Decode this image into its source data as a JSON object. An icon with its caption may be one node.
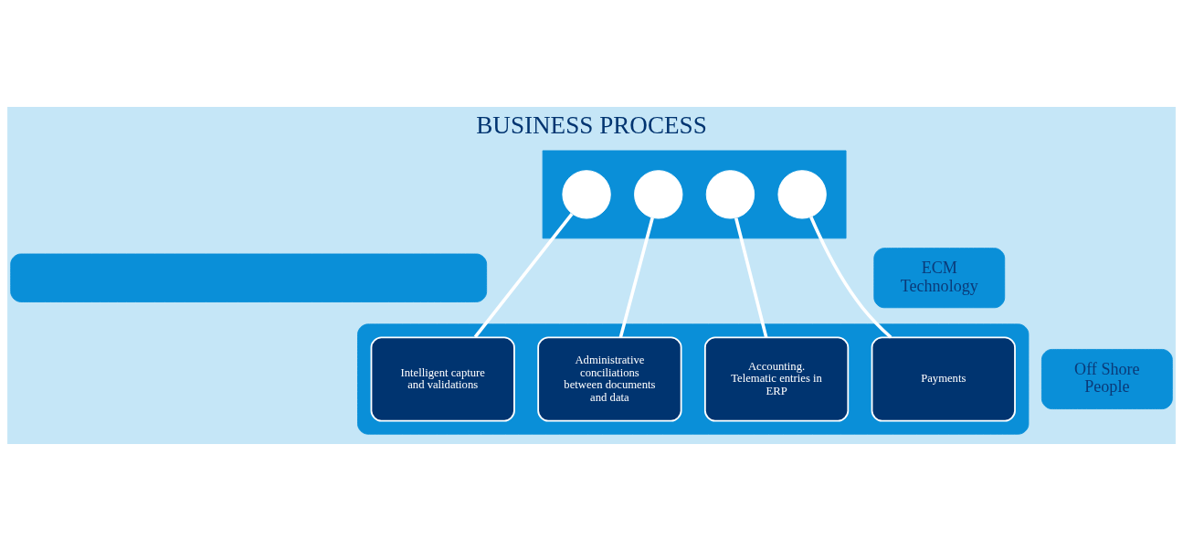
{
  "diagram": {
    "title": "BUSINESS PROCESS",
    "nodes": [
      {
        "text": [],
        "shape": "arrow"
      },
      {
        "text": [],
        "shape": "circle",
        "in": 0
      },
      {
        "text": [],
        "shape": "circle",
        "in": 0
      },
      {
        "text": [],
        "shape": "circle",
        "in": 0
      },
      {
        "text": [],
        "shape": "circle",
        "in": 0
      },
      {
        "text": [],
        "shape": "bar"
      },
      {
        "text": [
          "ECM Technology"
        ]
      },
      {
        "text": [],
        "shape": "bar"
      },
      {
        "text": [
          "Intelligent capture and validations"
        ],
        "in": 7
      },
      {
        "text": [
          "Administrative conciliations between documents and data"
        ],
        "in": 7
      },
      {
        "text": [
          "Accounting. Telematic entries in ERP"
        ],
        "in": 7
      },
      {
        "text": [
          "Payments"
        ],
        "in": 7
      },
      {
        "text": [
          "Off Shore People"
        ]
      }
    ],
    "edges": [
      {
        "from": 1,
        "to": 8,
        "arrow": "none"
      },
      {
        "from": 2,
        "to": 9,
        "arrow": "none"
      },
      {
        "from": 3,
        "to": 10,
        "arrow": "none"
      },
      {
        "from": 4,
        "to": 11,
        "arrow": "none"
      }
    ]
  }
}
